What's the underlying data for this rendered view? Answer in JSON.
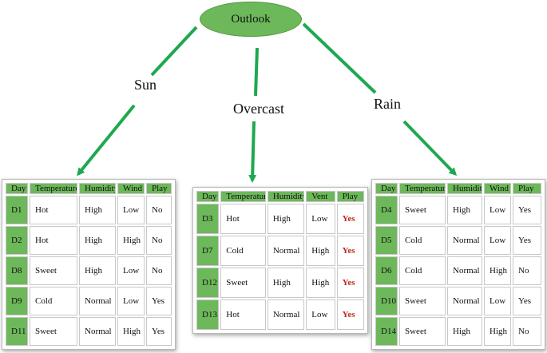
{
  "root": {
    "label": "Outlook"
  },
  "branches": [
    {
      "label": "Sun",
      "table": {
        "headers": [
          "Day",
          "Temperature",
          "Humidity",
          "Wind",
          "Play"
        ],
        "rows": [
          [
            "D1",
            "Hot",
            "High",
            "Low",
            "No"
          ],
          [
            "D2",
            "Hot",
            "High",
            "High",
            "No"
          ],
          [
            "D8",
            "Sweet",
            "High",
            "Low",
            "No"
          ],
          [
            "D9",
            "Cold",
            "Normal",
            "Low",
            "Yes"
          ],
          [
            "D11",
            "Sweet",
            "Normal",
            "High",
            "Yes"
          ]
        ]
      }
    },
    {
      "label": "Overcast",
      "table": {
        "headers": [
          "Day",
          "Temperature",
          "Humidity",
          "Vent",
          "Play"
        ],
        "rows": [
          [
            "D3",
            "Hot",
            "High",
            "Low",
            "Yes"
          ],
          [
            "D7",
            "Cold",
            "Normal",
            "High",
            "Yes"
          ],
          [
            "D12",
            "Sweet",
            "High",
            "High",
            "Yes"
          ],
          [
            "D13",
            "Hot",
            "Normal",
            "Low",
            "Yes"
          ]
        ]
      }
    },
    {
      "label": "Rain",
      "table": {
        "headers": [
          "Day",
          "Temperature",
          "Humidity",
          "Wind",
          "Play"
        ],
        "rows": [
          [
            "D4",
            "Sweet",
            "High",
            "Low",
            "Yes"
          ],
          [
            "D5",
            "Cold",
            "Normal",
            "Low",
            "Yes"
          ],
          [
            "D6",
            "Cold",
            "Normal",
            "High",
            "No"
          ],
          [
            "D10",
            "Sweet",
            "Normal",
            "Low",
            "Yes"
          ],
          [
            "D14",
            "Sweet",
            "High",
            "High",
            "No"
          ]
        ]
      }
    }
  ],
  "colors": {
    "node_fill": "#6db85a",
    "edge_stroke": "#1fa84f",
    "highlight_text": "#c0281e"
  }
}
